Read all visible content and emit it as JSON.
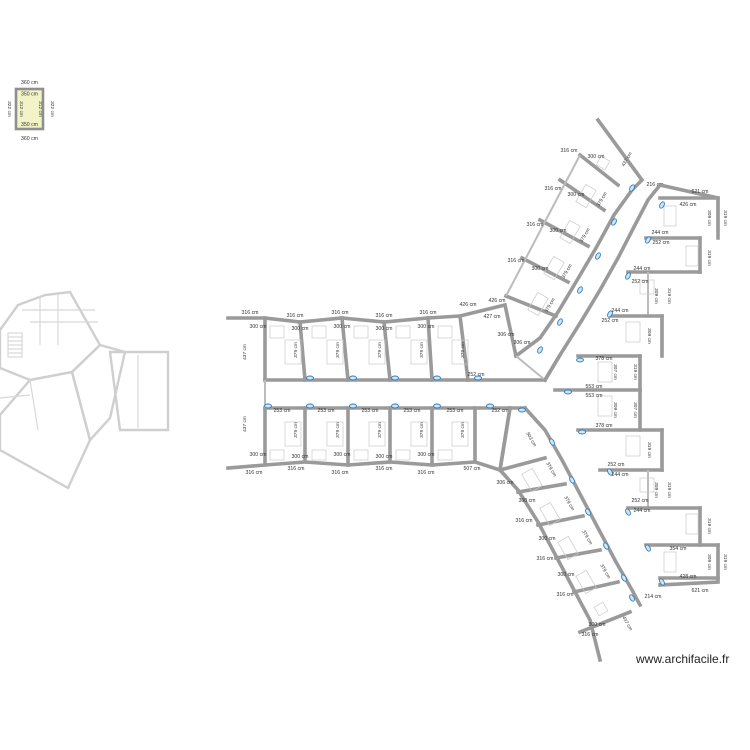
{
  "watermark": "www.archifacile.fr",
  "small_room": {
    "top_outer": "360 cm",
    "top_inner": "350 cm",
    "bottom_inner": "350 cm",
    "bottom_outer": "360 cm",
    "left_outer": "322 cm",
    "left_inner": "312 cm",
    "right_inner": "312 cm",
    "right_outer": "322 cm"
  },
  "dimension_labels": {
    "room_width_outer": "316 cm",
    "room_width_inner": "300 cm",
    "room_depth": "379 cm",
    "wing_end": "437 cm",
    "corridor_segment": "253 cm",
    "corridor_join": "252 cm",
    "corner_a": "426 cm",
    "corner_b": "427 cm",
    "diag_short": "306 cm",
    "diag_long": "507 cm",
    "diag_mid": "503 cm",
    "right_top_long": "621 cm",
    "right_top_mid": "426 cm",
    "right_small": "244 cm",
    "right_depth": "319 cm",
    "right_depth_b": "309 cm",
    "right_short": "309 cm",
    "right_center": "553 cm",
    "right_center_b": "378 cm",
    "right_center_c": "307 cm",
    "right_bottom_long": "621 cm",
    "right_bottom_mid": "428 cm",
    "right_bottom_b": "354 cm",
    "side_tag": "214 cm",
    "side_tag_b": "216 cm"
  }
}
